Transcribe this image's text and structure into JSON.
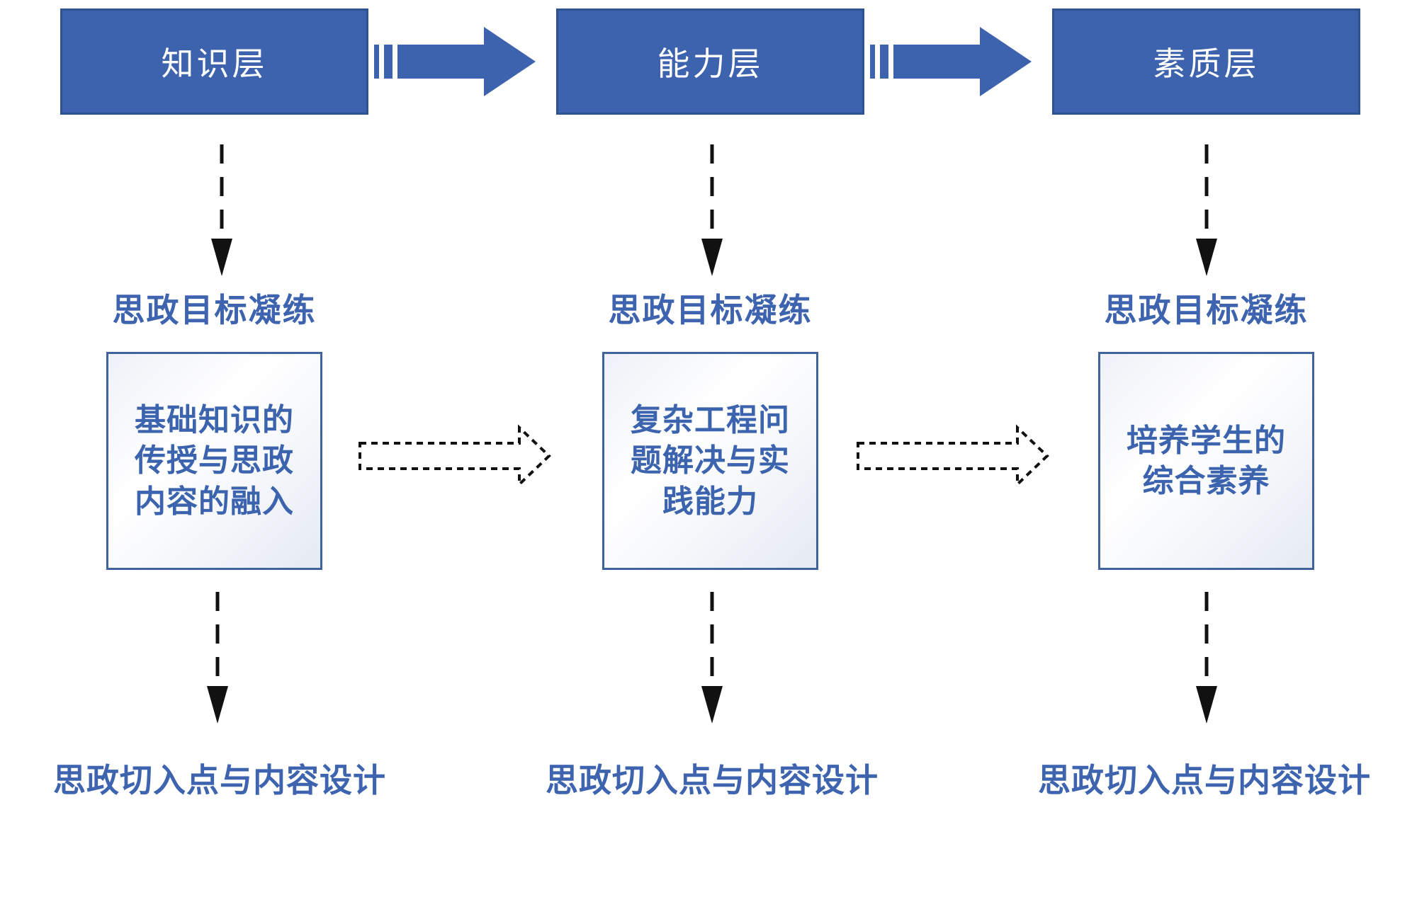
{
  "diagram": {
    "title_implicit": "",
    "columns": [
      {
        "layer_label": "知识层",
        "goal_label": "思政目标凝练",
        "content_text": "基础知识的传授与思政内容的融入",
        "design_label": "思政切入点与内容设计"
      },
      {
        "layer_label": "能力层",
        "goal_label": "思政目标凝练",
        "content_text": "复杂工程问题解决与实践能力",
        "design_label": "思政切入点与内容设计"
      },
      {
        "layer_label": "素质层",
        "goal_label": "思政目标凝练",
        "content_text": "培养学生的综合素养",
        "design_label": "思政切入点与内容设计"
      }
    ],
    "icons": [
      "striped-right-arrow-icon",
      "dashed-down-arrow-icon",
      "dotted-right-arrow-icon"
    ],
    "colors": {
      "layer_box_fill": "#3d63ae",
      "layer_box_border": "#2e538f",
      "label_text_blue": "#3e64b0",
      "content_box_border": "#41639c",
      "content_text_blue": "#3b63ae",
      "arrow_black": "#111111",
      "layer_box_text": "#ffffff"
    }
  }
}
